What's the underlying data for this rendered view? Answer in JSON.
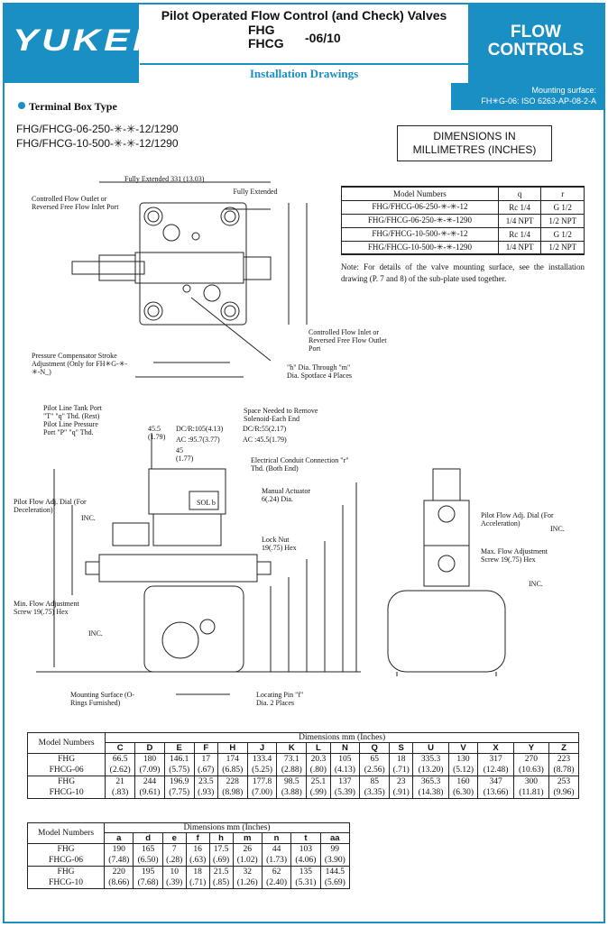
{
  "header": {
    "brand": "YUKEN",
    "title": "Pilot Operated Flow Control (and Check) Valves",
    "model_line1": "FHG",
    "model_line2": "FHCG",
    "model_suffix": "-06/10",
    "subtitle": "Installation Drawings",
    "category_line1": "FLOW",
    "category_line2": "CONTROLS",
    "mounting_line1": "Mounting surface:",
    "mounting_line2": "FH✳G-06: ISO 6263-AP-08-2-A"
  },
  "section": {
    "title": "Terminal Box Type",
    "variant1": "FHG/FHCG-06-250-✳-✳-12/1290",
    "variant2": "FHG/FHCG-10-500-✳-✳-12/1290",
    "units_line1": "DIMENSIONS IN",
    "units_line2": "MILLIMETRES (INCHES)"
  },
  "model_table": {
    "headers": [
      "Model Numbers",
      "q",
      "r"
    ],
    "rows": [
      [
        "FHG/FHCG-06-250-✳-✳-12",
        "Rc 1/4",
        "G 1/2"
      ],
      [
        "FHG/FHCG-06-250-✳-✳-1290",
        "1/4 NPT",
        "1/2 NPT"
      ],
      [
        "FHG/FHCG-10-500-✳-✳-12",
        "Rc 1/4",
        "G 1/2"
      ],
      [
        "FHG/FHCG-10-500-✳-✳-1290",
        "1/4 NPT",
        "1/2 NPT"
      ]
    ],
    "note": "Note: For details of the valve mounting surface, see the installation drawing (P. 7 and 8) of the sub-plate used together."
  },
  "drawing_labels": {
    "fully_extended": "Fully Extended 331 (13.03)",
    "fully_extended_c": "Fully Extended",
    "controlled_outlet": "Controlled Flow Outlet or Reversed Free Flow Inlet Port",
    "controlled_inlet": "Controlled Flow Inlet or Reversed Free Flow Outlet Port",
    "compensator": "Pressure Compensator Stroke Adjustment (Only for FH✳G-✳-✳-N_)",
    "hole": "\"h\" Dia. Through \"m\" Dia. Spotface 4 Places",
    "pilot_line": "Pilot Line Tank Port \"T\" \"q\" Thd. (Rest) Pilot Line Pressure Port \"P\" \"q\" Thd.",
    "space_needed": "Space Needed to Remove Solenoid-Each End",
    "dc": "DC/R:105(4.13)",
    "ac": "AC :95.7(3.77)",
    "dcr2": "DC/R:55(2.17)",
    "ac2": "AC :45.5(1.79)",
    "dim455": "45.5 (1.79)",
    "dim45": "45 (1.77)",
    "conduit": "Electrical Conduit Connection \"r\" Thd. (Both End)",
    "manual": "Manual Actuator 6(.24) Dia.",
    "pilot_dec": "Pilot Flow Adj. Dial (For Deceleration)",
    "pilot_acc": "Pilot Flow Adj. Dial (For Acceleration)",
    "lock_nut": "Lock Nut 19(.75) Hex",
    "min_flow": "Min. Flow Adjustment Screw 19(.75) Hex",
    "max_flow": "Max. Flow Adjustment Screw 19(.75) Hex",
    "mounting_surface": "Mounting Surface (O-Rings Furnished)",
    "locating_pin": "Locating Pin \"f\" Dia. 2 Places",
    "inc": "INC.",
    "sol_b": "SOL b"
  },
  "dim_table1": {
    "header_model": "Model Numbers",
    "header_dims": "Dimensions mm (Inches)",
    "columns": [
      "C",
      "D",
      "E",
      "F",
      "H",
      "J",
      "K",
      "L",
      "N",
      "Q",
      "S",
      "U",
      "V",
      "X",
      "Y",
      "Z"
    ],
    "rows": [
      {
        "m1": "FHG",
        "m2": "FHCG",
        "size": "-06",
        "mm": [
          "66.5",
          "180",
          "146.1",
          "17",
          "174",
          "133.4",
          "73.1",
          "20.3",
          "105",
          "65",
          "18",
          "335.3",
          "130",
          "317",
          "270",
          "223"
        ],
        "in": [
          "(2.62)",
          "(7.09)",
          "(5.75)",
          "(.67)",
          "(6.85)",
          "(5.25)",
          "(2.88)",
          "(.80)",
          "(4.13)",
          "(2.56)",
          "(.71)",
          "(13.20)",
          "(5.12)",
          "(12.48)",
          "(10.63)",
          "(8.78)"
        ]
      },
      {
        "m1": "FHG",
        "m2": "FHCG",
        "size": "-10",
        "mm": [
          "21",
          "244",
          "196.9",
          "23.5",
          "228",
          "177.8",
          "98.5",
          "25.1",
          "137",
          "85",
          "23",
          "365.3",
          "160",
          "347",
          "300",
          "253"
        ],
        "in": [
          "(.83)",
          "(9.61)",
          "(7.75)",
          "(.93)",
          "(8.98)",
          "(7.00)",
          "(3.88)",
          "(.99)",
          "(5.39)",
          "(3.35)",
          "(.91)",
          "(14.38)",
          "(6.30)",
          "(13.66)",
          "(11.81)",
          "(9.96)"
        ]
      }
    ]
  },
  "dim_table2": {
    "header_model": "Model Numbers",
    "header_dims": "Dimensions mm (Inches)",
    "columns": [
      "a",
      "d",
      "e",
      "f",
      "h",
      "m",
      "n",
      "t",
      "aa"
    ],
    "rows": [
      {
        "m1": "FHG",
        "m2": "FHCG",
        "size": "-06",
        "mm": [
          "190",
          "165",
          "7",
          "16",
          "17.5",
          "26",
          "44",
          "103",
          "99"
        ],
        "in": [
          "(7.48)",
          "(6.50)",
          "(.28)",
          "(.63)",
          "(.69)",
          "(1.02)",
          "(1.73)",
          "(4.06)",
          "(3.90)"
        ]
      },
      {
        "m1": "FHG",
        "m2": "FHCG",
        "size": "-10",
        "mm": [
          "220",
          "195",
          "10",
          "18",
          "21.5",
          "32",
          "62",
          "135",
          "144.5"
        ],
        "in": [
          "(8.66)",
          "(7.68)",
          "(.39)",
          "(.71)",
          "(.85)",
          "(1.26)",
          "(2.40)",
          "(5.31)",
          "(5.69)"
        ]
      }
    ]
  }
}
